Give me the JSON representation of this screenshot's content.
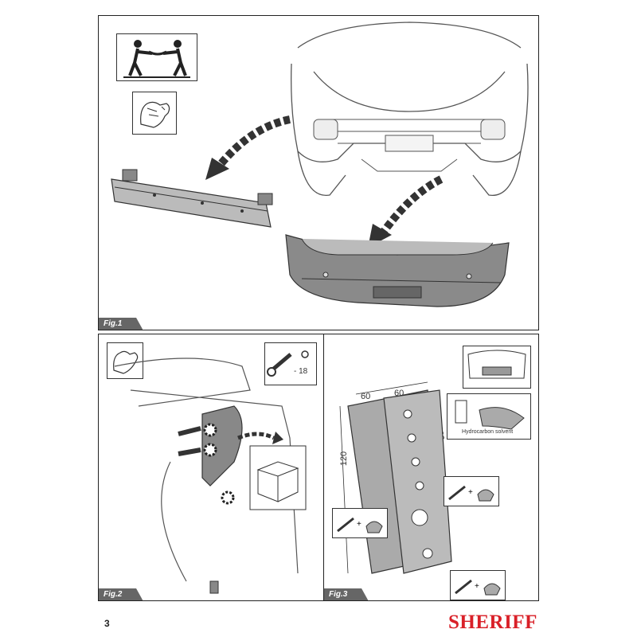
{
  "figures": {
    "fig1": {
      "label": "Fig.1"
    },
    "fig2": {
      "label": "Fig.2",
      "tool_size": "- 18"
    },
    "fig3": {
      "label": "Fig.3",
      "dim_60a": "60",
      "dim_60b": "60",
      "dim_260": "260",
      "dim_120": "120",
      "solvent_label": "Hydrocarbon solvent"
    }
  },
  "footer": {
    "page_number": "3",
    "brand": "SHERIFF"
  },
  "colors": {
    "brand": "#d92028",
    "panel_border": "#222222",
    "label_bg": "#666666"
  }
}
